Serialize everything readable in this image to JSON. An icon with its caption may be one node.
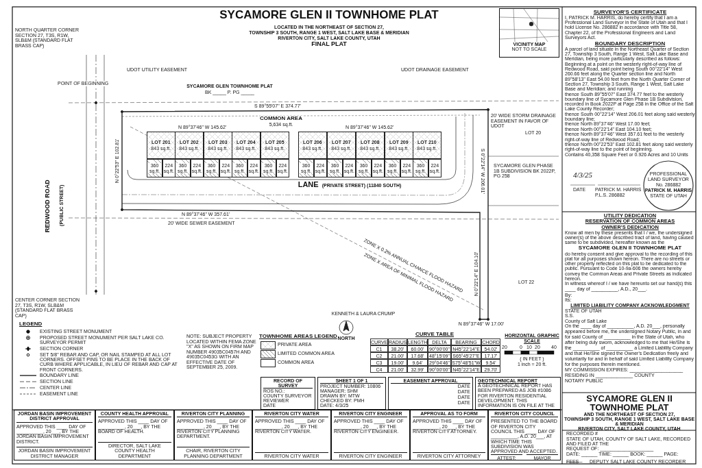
{
  "diagram": {
    "title": "SYCAMORE GLEN II TOWNHOME PLAT",
    "nodes": [
      {
        "text": [
          "LOT 201",
          "843 sq.ft."
        ]
      },
      {
        "text": [
          "LOT 202",
          "843 sq.ft."
        ]
      },
      {
        "text": [
          "LOT 203",
          "843 sq.ft."
        ]
      },
      {
        "text": [
          "LOT 204",
          "843 sq.ft."
        ]
      },
      {
        "text": [
          "LOT 205",
          "843 sq.ft."
        ]
      },
      {
        "text": [
          "LOT 206",
          "843 sq.ft."
        ]
      },
      {
        "text": [
          "LOT 207",
          "843 sq.ft."
        ]
      },
      {
        "text": [
          "LOT 208",
          "843 sq.ft."
        ]
      },
      {
        "text": [
          "LOT 209",
          "843 sq.ft."
        ]
      },
      {
        "text": [
          "LOT 210",
          "843 sq.ft."
        ]
      },
      {
        "text": [
          "360 sq.ft."
        ]
      },
      {
        "text": [
          "224 sq.ft."
        ]
      },
      {
        "text": [
          "360 sq.ft."
        ]
      },
      {
        "text": [
          "224 sq.ft."
        ]
      },
      {
        "text": [
          "360 sq.ft."
        ]
      },
      {
        "text": [
          "224 sq.ft."
        ]
      },
      {
        "text": [
          "360 sq.ft."
        ]
      },
      {
        "text": [
          "224 sq.ft."
        ]
      },
      {
        "text": [
          "360 sq.ft."
        ]
      },
      {
        "text": [
          "224 sq.ft."
        ]
      },
      {
        "text": [
          "360 sq.ft."
        ]
      },
      {
        "text": [
          "224 sq.ft."
        ]
      },
      {
        "text": [
          "360 sq.ft."
        ]
      },
      {
        "text": [
          "224 sq.ft."
        ]
      },
      {
        "text": [
          "360 sq.ft."
        ]
      },
      {
        "text": [
          "224 sq.ft."
        ]
      },
      {
        "text": [
          "360 sq.ft."
        ]
      },
      {
        "text": [
          "224 sq.ft."
        ]
      },
      {
        "text": [
          "360 sq.ft."
        ]
      },
      {
        "text": [
          "224 sq.ft."
        ]
      },
      {
        "text": [
          "LANE",
          "(PRIVATE STREET) (11840 SOUTH)"
        ]
      },
      {
        "text": [
          "JORDAN BASIN IMPROVEMENT DISTRICT APPROVAL",
          "APPROVED THIS ____ DAY OF __________, 20___, BY THE JORDAN BASIN IMPROVEMENT DISTRICT.",
          "JORDAN BASIN IMPROVEMENT DISTRICT MANAGER"
        ]
      },
      {
        "text": [
          "COUNTY HEALTH APPROVAL",
          "APPROVED THIS ____ DAY OF __________, 20___, BY THE BOARD OF HEALTH.",
          "DIRECTOR, SALT LAKE COUNTY HEALTH DEPARTMENT"
        ]
      },
      {
        "text": [
          "RIVERTON CITY PLANNING",
          "APPROVED THIS ____ DAY OF __________, 20___, BY THE RIVERTON CITY PLANNING DEPARTMENT.",
          "CHAIR, RIVERTON CITY PLANNING DEPARTMENT"
        ]
      },
      {
        "text": [
          "RIVERTON CITY WATER",
          "APPROVED THIS ____ DAY OF __________, 20___, BY THE RIVERTON CITY WATER.",
          "RIVERTON CITY WATER"
        ]
      },
      {
        "text": [
          "RIVERTON CITY ENGINEER",
          "APPROVED THIS ____ DAY OF __________, 20___, BY THE RIVERTON CITY ENGINEER.",
          "RIVERTON CITY ENGINEER"
        ]
      },
      {
        "text": [
          "APPROVAL AS TO FORM",
          "APPROVED THIS ____ DAY OF __________, 20___, BY THE RIVERTON CITY ATTORNEY.",
          "RIVERTON CITY ATTORNEY"
        ]
      },
      {
        "text": [
          "RIVERTON CITY COUNCIL",
          "PRESENTED TO THE BOARD OF RIVERTON CITY COUNCIL THIS ____ DAY OF __________, A.D. 20___, AT WHICH TIME THIS SUBDIVISION WAS APPROVED AND ACCEPTED.",
          "ATTEST: CLERK",
          "MAYOR"
        ]
      },
      {
        "text": [
          "RECORD OF SURVEY",
          "ROS NO.:",
          "COUNTY SURVEYOR REVIEWER",
          "DATE"
        ]
      },
      {
        "text": [
          "SHEET 1 OF 1",
          "PROJECT NUMBER: 10806",
          "MANAGER: SHM",
          "DRAWN BY: MTW",
          "CHECKED BY: PMH",
          "DATE: 4/3/25"
        ]
      },
      {
        "text": [
          "EASEMENT APPROVAL",
          "DATE",
          "DATE",
          "DATE",
          "DATE"
        ]
      },
      {
        "text": [
          "GEOTECHNICAL REPORT",
          "A GEOTECHNICAL REPORT HAS BEEN PREPARED AS JOB #1086 FOR RIVERTON RESIDENTIAL DEVELOPMENT. THIS INFORMATION IS ON FILE AT THE RIVERTON CITY PUBLIC WORKS OFFICE."
        ]
      },
      {
        "text": [
          "VICINITY MAP",
          "NOT TO SCALE"
        ]
      }
    ],
    "labels": [
      "LOCATED IN THE NORTHEAST OF SECTION 27,",
      "TOWNSHIP 3 SOUTH, RANGE 1 WEST, SALT LAKE BASE & MERIDIAN",
      "RIVERTON CITY, SALT LAKE COUNTY, UTAH",
      "FINAL PLAT",
      "SURVEYOR'S CERTIFICATE",
      "I, PATRICK M. HARRIS, do hereby certify that I am a Professional Land Surveyor in the State of Utah and that I hold License No. 286882 in accordance with Title 58, Chapter 22, of the Professional Engineers and Land Surveyors Act.",
      "BOUNDARY DESCRIPTION",
      "A parcel of land situate in the Northeast Quarter of Section 27, Township 3 South, Range 1 West, Salt Lake Base and Meridian, being more particularly described as follows:",
      "Beginning at a point on the westerly right-of-way line of Redwood Road, said point being South 00°22'14\" West 260.66 feet along the Quarter section line and North 89°58'13\" East 54.00 feet from the North Quarter Corner of Section 27, Township 3 South, Range 1 West, Salt Lake Base and Meridian; and running",
      "thence South 89°55'07\" East 374.77 feet to the westerly boundary line of Sycamore Glen Phase 1B Subdivision, recorded in Book 2022P at Page 258 in the Office of the Salt Lake County Recorder;",
      "thence South 00°22'14\" West 206.01 feet along said westerly boundary line;",
      "thence North 89°37'46\" West 17.00 feet;",
      "thence North 00°22'14\" East 104.10 feet;",
      "thence North 89°37'46\" West 357.61 feet to the westerly right-of-way line of Redwood Road;",
      "thence North 00°22'53\" East 102.81 feet along said westerly right-of-way line to the point of beginning.",
      "Contains 40,358 Square Feet or 0.926 Acres and 10 Units",
      "PROFESSIONAL LAND SURVEYOR",
      "No. 286882",
      "PATRICK M. HARRIS",
      "STATE OF UTAH",
      "4/3/25",
      "DATE",
      "PATRICK M. HARRIS",
      "P.L.S. 286882",
      "UTILITY DEDICATION",
      "RESERVATION OF COMMON AREAS",
      "OWNER'S DEDICATION",
      "Know all men by these presents that I / we, the undersigned owner(s) of the above described tract of land, having caused same to be subdivided, hereafter known as the",
      "SYCAMORE GLEN II TOWNHOME PLAT",
      "do hereby consent and give approval to the recording of this plat for all purposes shown hereon. There are no streets or other property reflected on this plat to be dedicated to the public. Pursuant to Code 10-9a-606 the owners hereby convey the Common Areas and Private Streets as indicated hereon.",
      "In witness whereof I / we have hereunto set our hand(s) this ____ day of __________, A.D., 20___.",
      "By:",
      "Its:",
      "LIMITED LIABILITY COMPANY ACKNOWLEDGMENT",
      "STATE OF UTAH",
      "S.S.",
      "County of Salt Lake",
      "On the ____ day of __________, A.D. 20___, personally appeared before me, the undersigned Notary Public, in and for said County of __________ in the State of Utah, who after being duly sworn, acknowledged to me that He/She is the __________ of __________ a Limited Liability Company and that He/She signed the Owner's Dedication freely and voluntarily for and in behalf of said Limited Liability Company for the purposes therein mentioned.",
      "MY COMMISSION EXPIRES: ____________________",
      "RESIDING IN ______________ COUNTY",
      "NOTARY PUBLIC",
      "SYCAMORE GLEN II",
      "TOWNHOME PLAT",
      "AND THE NORTHEAST OF SECTION 27,",
      "TOWNSHIP 3 SOUTH, RANGE 1 WEST, SALT LAKE BASE & MERIDIAN",
      "RIVERTON CITY, SALT LAKE COUNTY, UTAH",
      "RECORDED #",
      "STATE OF UTAH, COUNTY OF SALT LAKE, RECORDED AND FILED AT THE",
      "REQUEST OF: ____________________",
      "DATE: ______ TIME: ______ BOOK: ______ PAGE: ______",
      "FEES",
      "DEPUTY SALT LAKE COUNTY RECORDER",
      "S 89°55'07\" E 374.77'",
      "N 0°22'53\" E 102.81'",
      "N 89°37'46\" W 357.61'",
      "S 0°22'14\" W 206.01'",
      "N 0°22'14\" E 104.10'",
      "N 89°37'46\" W 17.00'",
      "COMMON AREA",
      "5,634 sq.ft.",
      "REDWOOD ROAD",
      "(PUBLIC STREET)",
      "POINT OF BEGINNING",
      "NORTH QUARTER CORNER SECTION 27, T3S, R1W, SLB&M (STANDARD FLAT BRASS CAP)",
      "CENTER CORNER SECTION 27, T3S, R1W, SLB&M (STANDARD FLAT BRASS CAP)",
      "SYCAMORE GLEN TOWNHOME PLAT",
      "BK _____ P. PG _____",
      "SYCAMORE GLEN PHASE 1B SUBDIVISION BK 2022P, PG 258",
      "KENNETH & LAURA CRUMP",
      "LOT 20",
      "LOT 22",
      "20' WIDE SEWER EASEMENT",
      "UDOT UTILITY EASEMENT",
      "UDOT DRAINAGE EASEMENT",
      "20' WIDE STORM DRAINAGE EASEMENT IN FAVOR OF UDOT",
      "ZONE X 0.2% ANNUAL CHANCE FLOOD HAZARD",
      "ZONE X AREA OF MINIMAL FLOOD HAZARD",
      "N 89°37'46\" W 145.62'",
      "N 89°37'46\" W 145.62'",
      "LEGEND",
      "TOWNHOME AREAS LEGEND",
      "CURVE TABLE",
      "CURVE",
      "RADIUS",
      "LENGTH",
      "DELTA",
      "BEARING",
      "CHORD",
      "C1",
      "38.20'",
      "60.00'",
      "90°00'00\"",
      "N45°22'14\"E",
      "54.02'",
      "C2",
      "21.00'",
      "17.68'",
      "48°15'09\"",
      "S65°45'27\"E",
      "17.17'",
      "C3",
      "19.00'",
      "9.64'",
      "29°04'46\"",
      "S75°48'51\"W",
      "9.54'",
      "C4",
      "21.00'",
      "32.99'",
      "90°00'00\"",
      "N45°22'14\"E",
      "29.70'",
      "HORIZONTAL GRAPHIC SCALE",
      "20",
      "0",
      "10",
      "20",
      "40",
      "( IN FEET )",
      "1 inch = 20 ft.",
      "NORTH",
      "NOTE: SUBJECT PROPERTY LOCATED WITHIN FEMA ZONE \"X\" AS SHOWN ON FIRM MAP NUMBER 49035C0457H AND 49035C0453G WITH AN EFFECTIVE DATE OF SEPTEMBER 25, 2009."
    ],
    "legend": [
      {
        "text": "EXISTING STREET MONUMENT"
      },
      {
        "text": "PROPOSED STREET MONUMENT PER SALT LAKE CO. SURVEYOR PERMIT"
      },
      {
        "text": "SECTION CORNER"
      },
      {
        "text": "SET 5/8\" REBAR AND CAP, OR NAIL STAMPED AT ALL LOT CORNERS. OFFSET PINS TO BE PLACE IN THE BACK OF CURB WHERE APPLICABLE, IN LIEU OF REBAR AND CAP AT FRONT CORNERS."
      },
      {
        "text": "BOUNDARY LINE"
      },
      {
        "text": "SECTION LINE"
      },
      {
        "text": "CENTER LINE"
      },
      {
        "text": "EASEMENT LINE"
      },
      {
        "text": "PRIVATE AREA"
      },
      {
        "text": "LIMITED COMMON AREA"
      },
      {
        "text": "COMMON AREA"
      }
    ]
  }
}
